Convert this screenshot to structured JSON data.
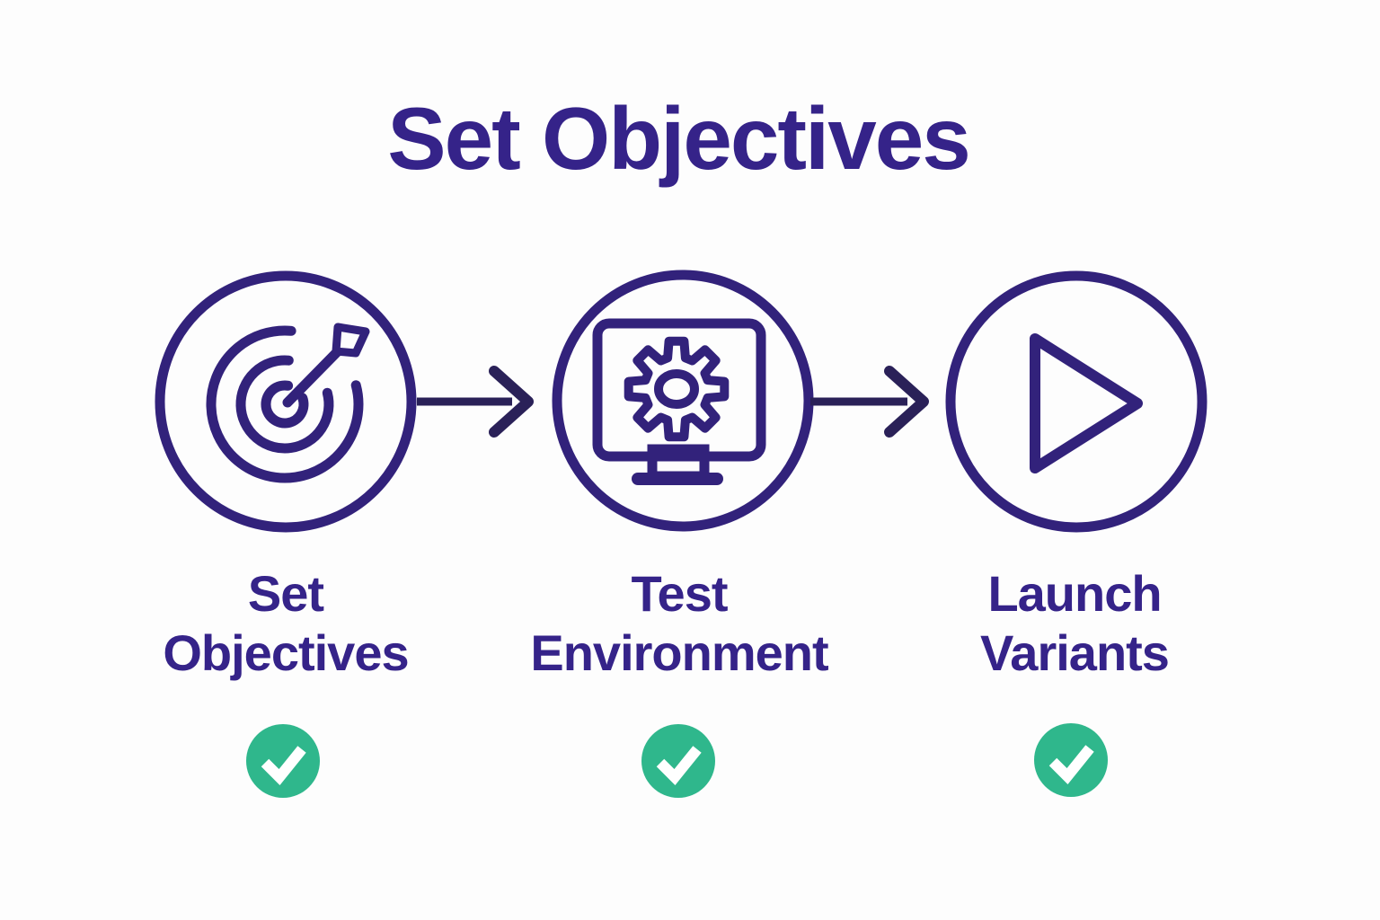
{
  "title": "Set Objectives",
  "colors": {
    "indigo_text": "#352389",
    "indigo_icon": "#32227b",
    "arrow": "#2a2158",
    "check_green": "#2fb78c",
    "check_mark": "#ffffff",
    "background": "#fdfdfd"
  },
  "steps": [
    {
      "label": "Set Objectives",
      "label_line1": "Set",
      "label_line2": "Objectives",
      "icon": "target-dart-icon",
      "status": "complete"
    },
    {
      "label": "Test Environment",
      "label_line1": "Test",
      "label_line2": "Environment",
      "icon": "monitor-gear-icon",
      "status": "complete"
    },
    {
      "label": "Launch Variants",
      "label_line1": "Launch",
      "label_line2": "Variants",
      "icon": "play-icon",
      "status": "complete"
    }
  ],
  "connectors": [
    {
      "type": "arrow-right"
    },
    {
      "type": "arrow-right"
    }
  ]
}
